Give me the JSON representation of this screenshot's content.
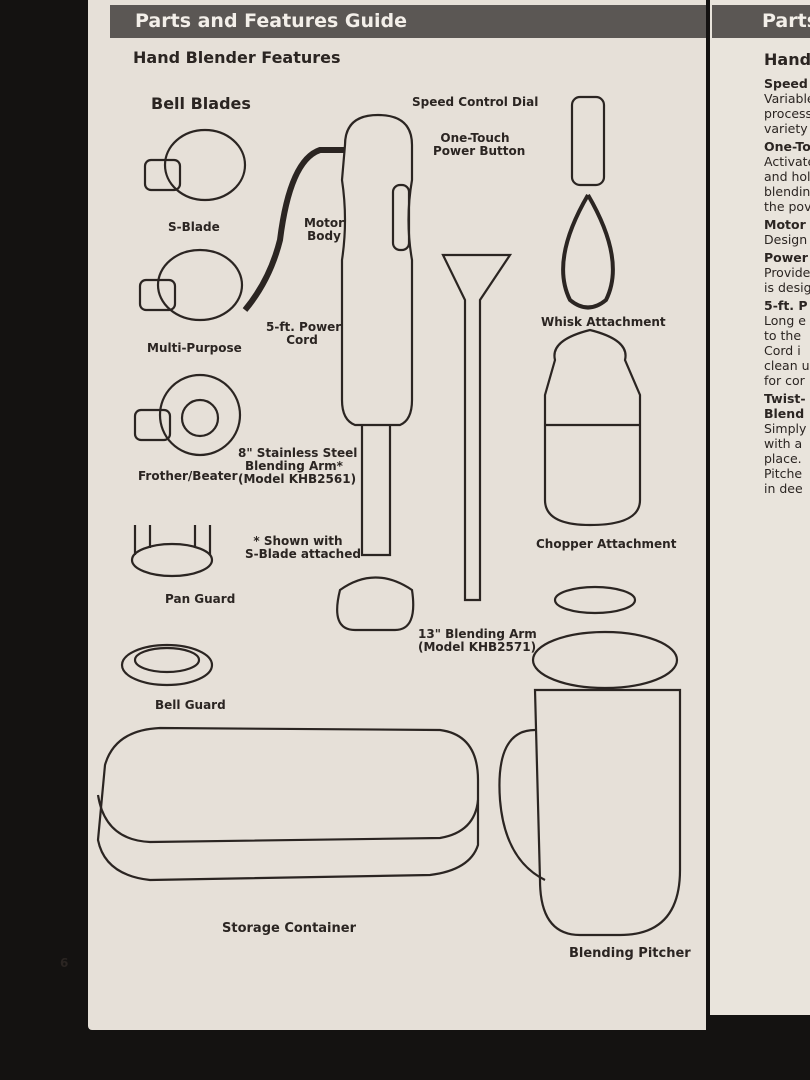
{
  "left_page": {
    "header": "Parts and Features Guide",
    "section_title": "Hand Blender Features",
    "bell_blades_title": "Bell Blades",
    "labels": {
      "s_blade": "S-Blade",
      "multi_purpose": "Multi-Purpose",
      "frother": "Frother/Beater",
      "pan_guard": "Pan Guard",
      "bell_guard": "Bell Guard",
      "speed_dial": "Speed Control Dial",
      "power_button_1": "One-Touch",
      "power_button_2": "Power Button",
      "motor_body_1": "Motor",
      "motor_body_2": "Body",
      "power_cord_1": "5-ft. Power",
      "power_cord_2": "Cord",
      "arm8_1": "8\" Stainless Steel",
      "arm8_2": "Blending Arm*",
      "arm8_3": "(Model KHB2561)",
      "shown_1": "* Shown with",
      "shown_2": "S-Blade attached",
      "arm13_1": "13\" Blending Arm",
      "arm13_2": "(Model KHB2571)",
      "whisk": "Whisk Attachment",
      "chopper": "Chopper Attachment",
      "storage": "Storage Container",
      "pitcher": "Blending Pitcher"
    },
    "page_number": "6"
  },
  "right_page": {
    "header": "Parts",
    "section_title": "Hand",
    "lines": [
      {
        "bold": "Speed",
        "text": [
          "Variable",
          "process",
          "variety"
        ]
      },
      {
        "bold": "One-To",
        "text": [
          "Activate",
          "and hol",
          "blendin",
          "the pov"
        ]
      },
      {
        "bold": "Motor",
        "text": [
          "Design"
        ]
      },
      {
        "bold": "Power",
        "text": [
          "Provide",
          "is desig"
        ]
      },
      {
        "bold": "5-ft. P",
        "text": [
          "Long e",
          "to the",
          "Cord i",
          "clean u",
          "for cor"
        ]
      },
      {
        "bold": "Twist-",
        "text": []
      },
      {
        "bold": "Blend",
        "text": [
          "Simply",
          "with a",
          "place.",
          "Pitche",
          "in dee"
        ]
      }
    ]
  }
}
